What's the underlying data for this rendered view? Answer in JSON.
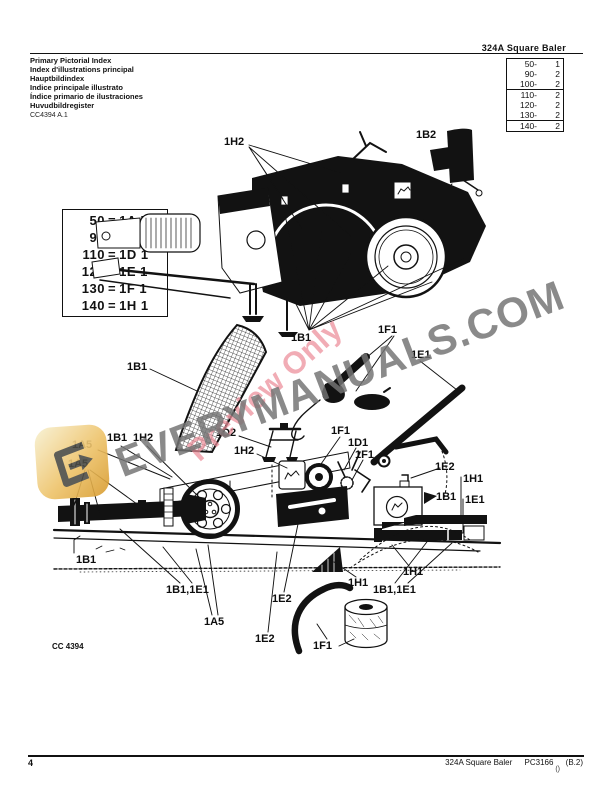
{
  "header": {
    "title": "324A Square Baler"
  },
  "index_block": {
    "lines": [
      "Primary Pictorial Index",
      "Index d'illustrations principal",
      "Hauptbildindex",
      "Indice principale illustrato",
      "Índice primario de ilustraciones",
      "Huvudbildregister"
    ],
    "ref": "CC4394 A.1"
  },
  "page_table": {
    "rows": [
      [
        "50-",
        "1"
      ],
      [
        "90-",
        "2"
      ],
      [
        "100-",
        "2"
      ],
      [
        "110-",
        "2"
      ],
      [
        "120-",
        "2"
      ],
      [
        "130-",
        "2"
      ],
      [
        "140-",
        "2"
      ]
    ]
  },
  "legend": {
    "eq": "=",
    "rows": [
      {
        "k": "50",
        "v": "1A 5"
      },
      {
        "k": "90",
        "v": "1B 1"
      },
      {
        "k": "110",
        "v": "1D 1"
      },
      {
        "k": "120",
        "v": "1E 1"
      },
      {
        "k": "130",
        "v": "1F 1"
      },
      {
        "k": "140",
        "v": "1H 1"
      }
    ]
  },
  "figure": {
    "code": "CC 4394",
    "callouts": [
      {
        "label": "1H2"
      },
      {
        "label": "1B2"
      },
      {
        "label": "1B1"
      },
      {
        "label": "1F1"
      },
      {
        "label": "1E1"
      },
      {
        "label": "1B1"
      },
      {
        "label": "1B1"
      },
      {
        "label": "1H2"
      },
      {
        "label": "1D2"
      },
      {
        "label": "1H2"
      },
      {
        "label": "1F1"
      },
      {
        "label": "1D1"
      },
      {
        "label": "1F1"
      },
      {
        "label": "1A5"
      },
      {
        "label": "1A5"
      },
      {
        "label": "1E2"
      },
      {
        "label": "1H1"
      },
      {
        "label": "1B1"
      },
      {
        "label": "1E1"
      },
      {
        "label": "1B1"
      },
      {
        "label": "1B1,1E1"
      },
      {
        "label": "1A5"
      },
      {
        "label": "1E2"
      },
      {
        "label": "1E2"
      },
      {
        "label": "1H1"
      },
      {
        "label": "1H1"
      },
      {
        "label": "1B1,1E1"
      },
      {
        "label": "1F1"
      }
    ]
  },
  "watermark": {
    "line1": "EVERYMANUALS.COM",
    "line2": "Preview Only",
    "color": "#747474",
    "accent": "#eb8c98",
    "logo_color": "#e8b455"
  },
  "footer": {
    "page": "4",
    "title": "324A Square Baler",
    "code": "PC3166",
    "rev": "(B.2)",
    "mark": "()"
  }
}
